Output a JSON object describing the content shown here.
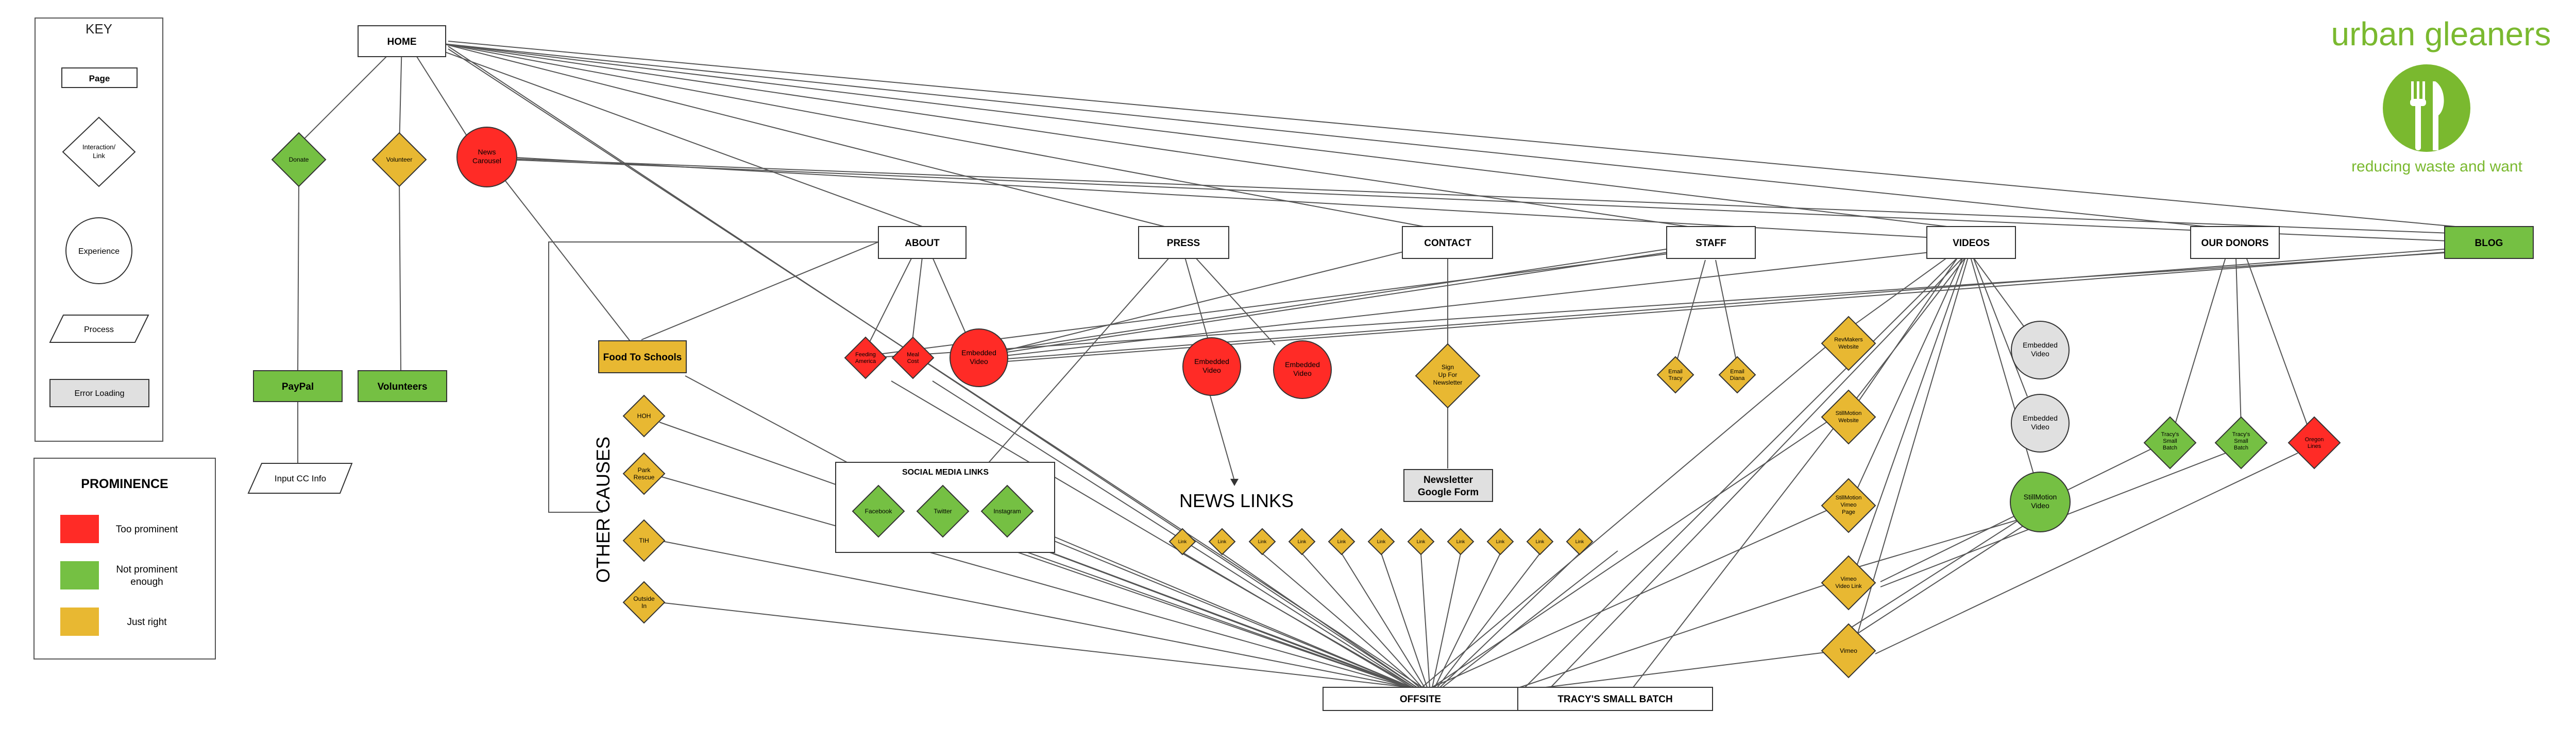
{
  "colors": {
    "red": "#ff2b26",
    "green": "#75c043",
    "yellow": "#e8b832",
    "grey": "#e0e0e0",
    "brand": "#7ab92f"
  },
  "brand": {
    "name": "urban gleaners",
    "tagline": "reducing waste and want"
  },
  "key": {
    "title": "KEY",
    "page": "Page",
    "interaction": [
      "Interaction/",
      "Link"
    ],
    "experience": "Experience",
    "process": "Process",
    "error": "Error Loading"
  },
  "prominence": {
    "title": "PROMINENCE",
    "too": "Too prominent",
    "not": [
      "Not prominent",
      "enough"
    ],
    "just": "Just right"
  },
  "labels": {
    "other_causes": "OTHER CAUSES",
    "news_links": "NEWS LINKS",
    "social_media": "SOCIAL MEDIA LINKS"
  },
  "pages": {
    "home": "HOME",
    "about": "ABOUT",
    "press": "PRESS",
    "contact": "CONTACT",
    "staff": "STAFF",
    "videos": "VIDEOS",
    "donors": "OUR DONORS",
    "blog": "BLOG",
    "food": "Food To Schools",
    "paypal": "PayPal",
    "volunteers": "Volunteers",
    "newsletter": [
      "Newsletter",
      "Google Form"
    ],
    "offsite": "OFFSITE",
    "tracys": "TRACY'S SMALL BATCH"
  },
  "nodes": {
    "donate": "Donate",
    "volunteer": "Volunteer",
    "news_carousel": [
      "News",
      "Carousel"
    ],
    "input_cc": "Input CC Info",
    "hoh": "HOH",
    "park": [
      "Park",
      "Rescue"
    ],
    "tih": "TIH",
    "outside": [
      "Outside",
      "In"
    ],
    "facebook": "Facebook",
    "twitter": "Twitter",
    "instagram": "Instagram",
    "feeding": [
      "Feeding",
      "America"
    ],
    "meal": [
      "Meal",
      "Cost"
    ],
    "about_video": [
      "Embedded",
      "Video"
    ],
    "press_video1": [
      "Embedded",
      "Video"
    ],
    "press_video2": [
      "Embedded",
      "Video"
    ],
    "signup": [
      "Sign",
      "Up For",
      "Newsletter"
    ],
    "email_tracy": [
      "Email",
      "Tracy"
    ],
    "email_diana": [
      "Email",
      "Diana"
    ],
    "revmakers": [
      "RevMakers",
      "Website"
    ],
    "stillmotion_web": [
      "StillMotion",
      "Website"
    ],
    "stillmotion_vimeo": [
      "StillMotion",
      "Vimeo",
      "Page"
    ],
    "vimeo_link": [
      "Vimeo",
      "Video Link"
    ],
    "vimeo": "Vimeo",
    "videos_emb1": [
      "Embedded",
      "Video"
    ],
    "videos_emb2": [
      "Embedded",
      "Video"
    ],
    "stillmotion_video": [
      "StillMotion",
      "Video"
    ],
    "tracy1": [
      "Tracy's",
      "Small",
      "Batch"
    ],
    "tracy2": [
      "Tracy's",
      "Small",
      "Batch"
    ],
    "oregon": [
      "Oregon",
      "Lines"
    ],
    "news_items": [
      "Link",
      "Link",
      "Link",
      "Link",
      "Link",
      "Link",
      "Link",
      "Link",
      "Link",
      "Link",
      "Link"
    ]
  }
}
